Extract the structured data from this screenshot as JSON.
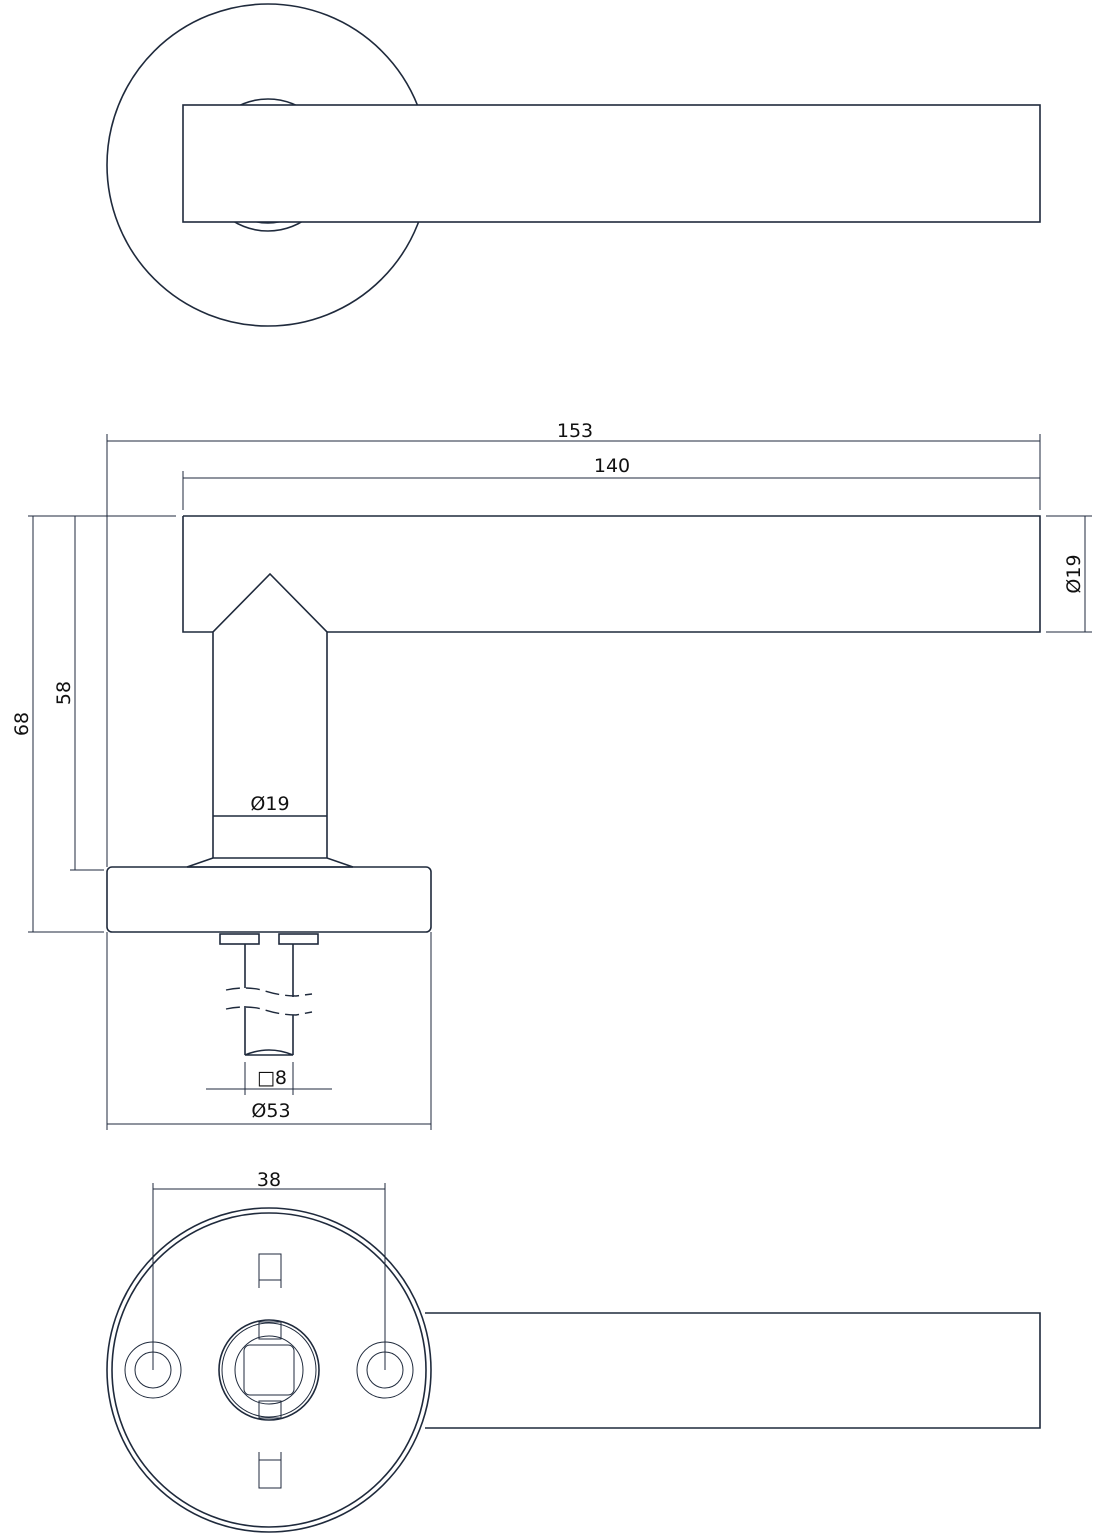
{
  "drawing": {
    "line_color": "#1f2a3c",
    "dimensions": {
      "overall_length": "153",
      "lever_length": "140",
      "lever_diameter": "Ø19",
      "neck_diameter": "Ø19",
      "total_height": "68",
      "lever_height": "58",
      "spindle_square": "□8",
      "rose_diameter": "Ø53",
      "screw_spacing": "38"
    }
  }
}
